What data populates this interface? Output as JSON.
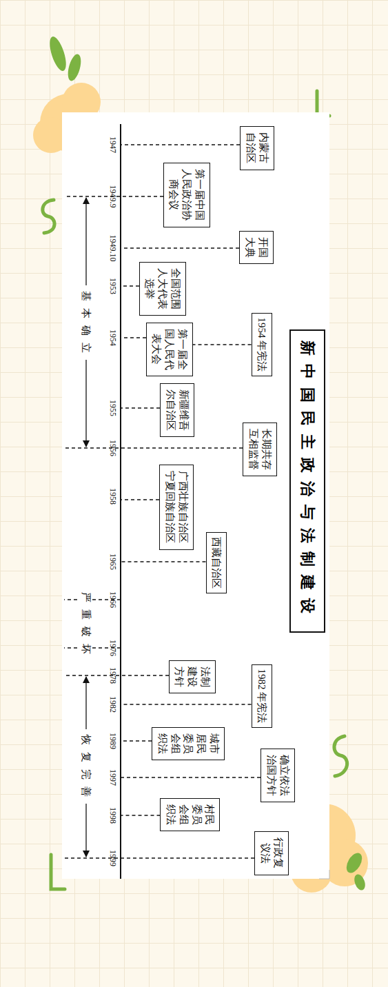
{
  "diagram": {
    "title": "新中国民主政治与法制建设",
    "nodes": [
      {
        "text": [
          "内蒙古自治区"
        ]
      },
      {
        "text": [
          "第一届中国人民政治协商会议"
        ]
      },
      {
        "text": [
          "开国大典"
        ]
      },
      {
        "text": [
          "全国范围人大代表选举"
        ]
      },
      {
        "text": [
          "第一届全国人民代表大会"
        ]
      },
      {
        "text": [
          "1954 年宪法"
        ]
      },
      {
        "text": [
          "新疆维吾尔自治区"
        ]
      },
      {
        "text": [
          "长期共存 互相监督"
        ]
      },
      {
        "text": [
          "广西壮族自治区 宁夏回族自治区"
        ]
      },
      {
        "text": [
          "西藏自治区"
        ]
      },
      {
        "text": [
          "法制建设方针"
        ]
      },
      {
        "text": [
          "1982 年宪法"
        ]
      },
      {
        "text": [
          "城市居民委员会组织法"
        ]
      },
      {
        "text": [
          "确立依法治国方针"
        ]
      },
      {
        "text": [
          "村民委员会组织法"
        ]
      },
      {
        "text": [
          "行政复议法"
        ]
      }
    ],
    "labels": [
      "1947",
      "1949.9",
      "1949.10",
      "1953",
      "1954",
      "1955",
      "1956",
      "1958",
      "1965",
      "1966",
      "1976",
      "1978",
      "1982",
      "1989",
      "1997",
      "1998",
      "1999",
      "基本确立",
      "严重破坏",
      "恢复完善"
    ]
  }
}
